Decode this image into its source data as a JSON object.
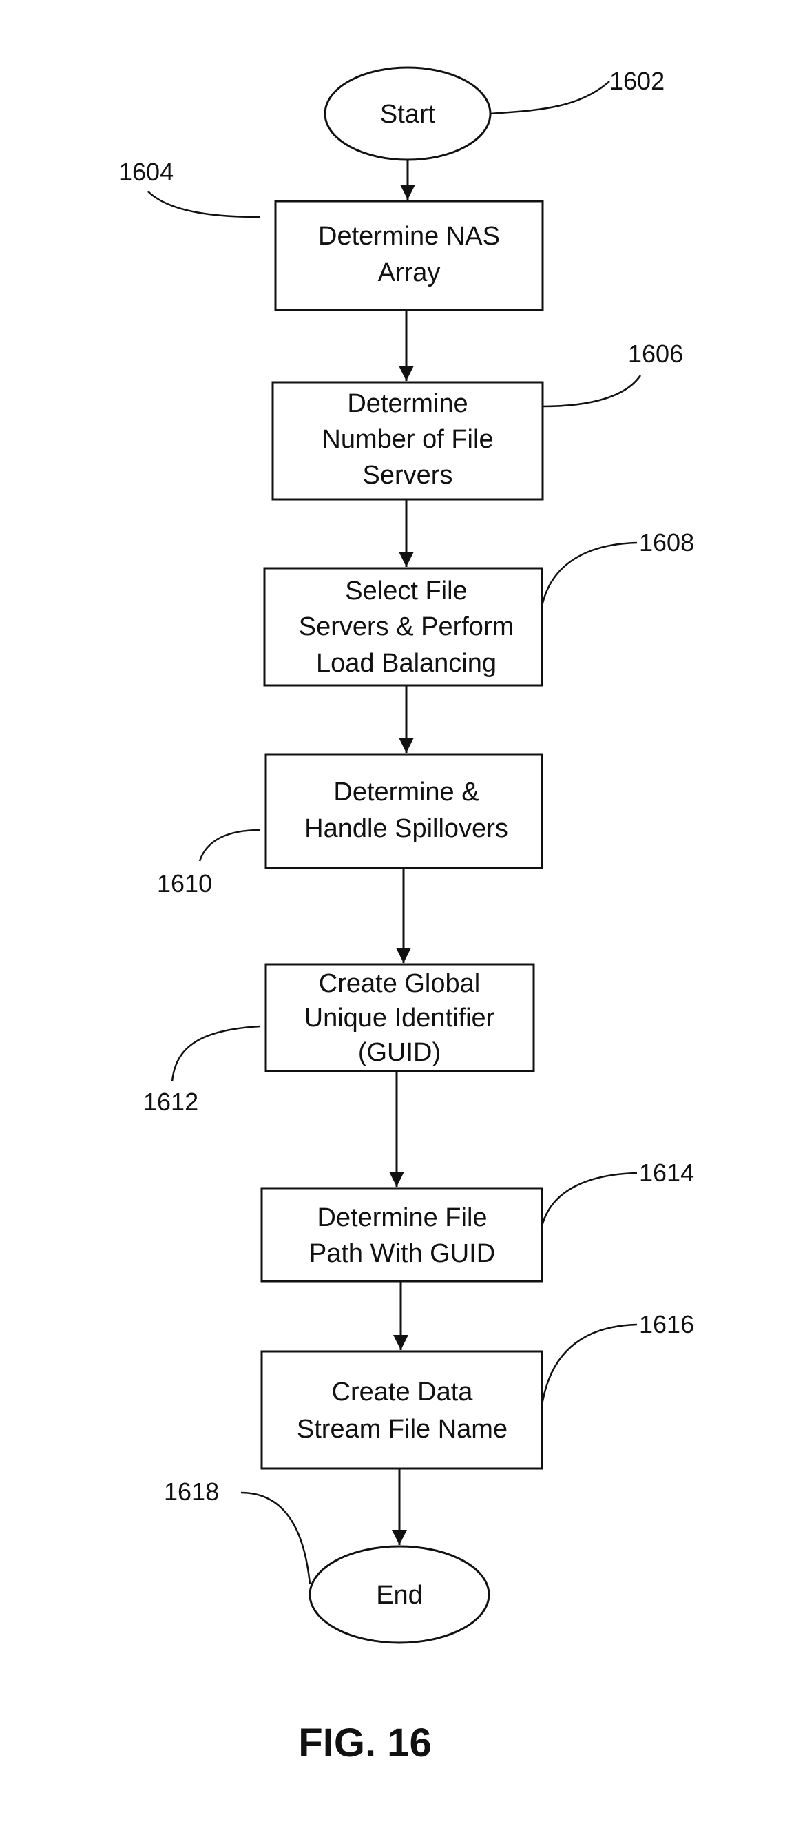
{
  "flowchart": {
    "nodes": [
      {
        "id": "start",
        "shape": "terminal",
        "lines": [
          "Start"
        ],
        "ref": "1602"
      },
      {
        "id": "n1604",
        "shape": "process",
        "lines": [
          "Determine NAS",
          "Array"
        ],
        "ref": "1604"
      },
      {
        "id": "n1606",
        "shape": "process",
        "lines": [
          "Determine",
          "Number of File",
          "Servers"
        ],
        "ref": "1606"
      },
      {
        "id": "n1608",
        "shape": "process",
        "lines": [
          "Select File",
          "Servers & Perform",
          "Load Balancing"
        ],
        "ref": "1608"
      },
      {
        "id": "n1610",
        "shape": "process",
        "lines": [
          "Determine &",
          "Handle Spillovers"
        ],
        "ref": "1610"
      },
      {
        "id": "n1612",
        "shape": "process",
        "lines": [
          "Create Global",
          "Unique Identifier",
          "(GUID)"
        ],
        "ref": "1612"
      },
      {
        "id": "n1614",
        "shape": "process",
        "lines": [
          "Determine File",
          "Path With GUID"
        ],
        "ref": "1614"
      },
      {
        "id": "n1616",
        "shape": "process",
        "lines": [
          "Create Data",
          "Stream File Name"
        ],
        "ref": "1616"
      },
      {
        "id": "end",
        "shape": "terminal",
        "lines": [
          "End"
        ],
        "ref": "1618"
      }
    ],
    "edges": [
      [
        "start",
        "n1604"
      ],
      [
        "n1604",
        "n1606"
      ],
      [
        "n1606",
        "n1608"
      ],
      [
        "n1608",
        "n1610"
      ],
      [
        "n1610",
        "n1612"
      ],
      [
        "n1612",
        "n1614"
      ],
      [
        "n1614",
        "n1616"
      ],
      [
        "n1616",
        "end"
      ]
    ]
  },
  "caption": "FIG. 16"
}
